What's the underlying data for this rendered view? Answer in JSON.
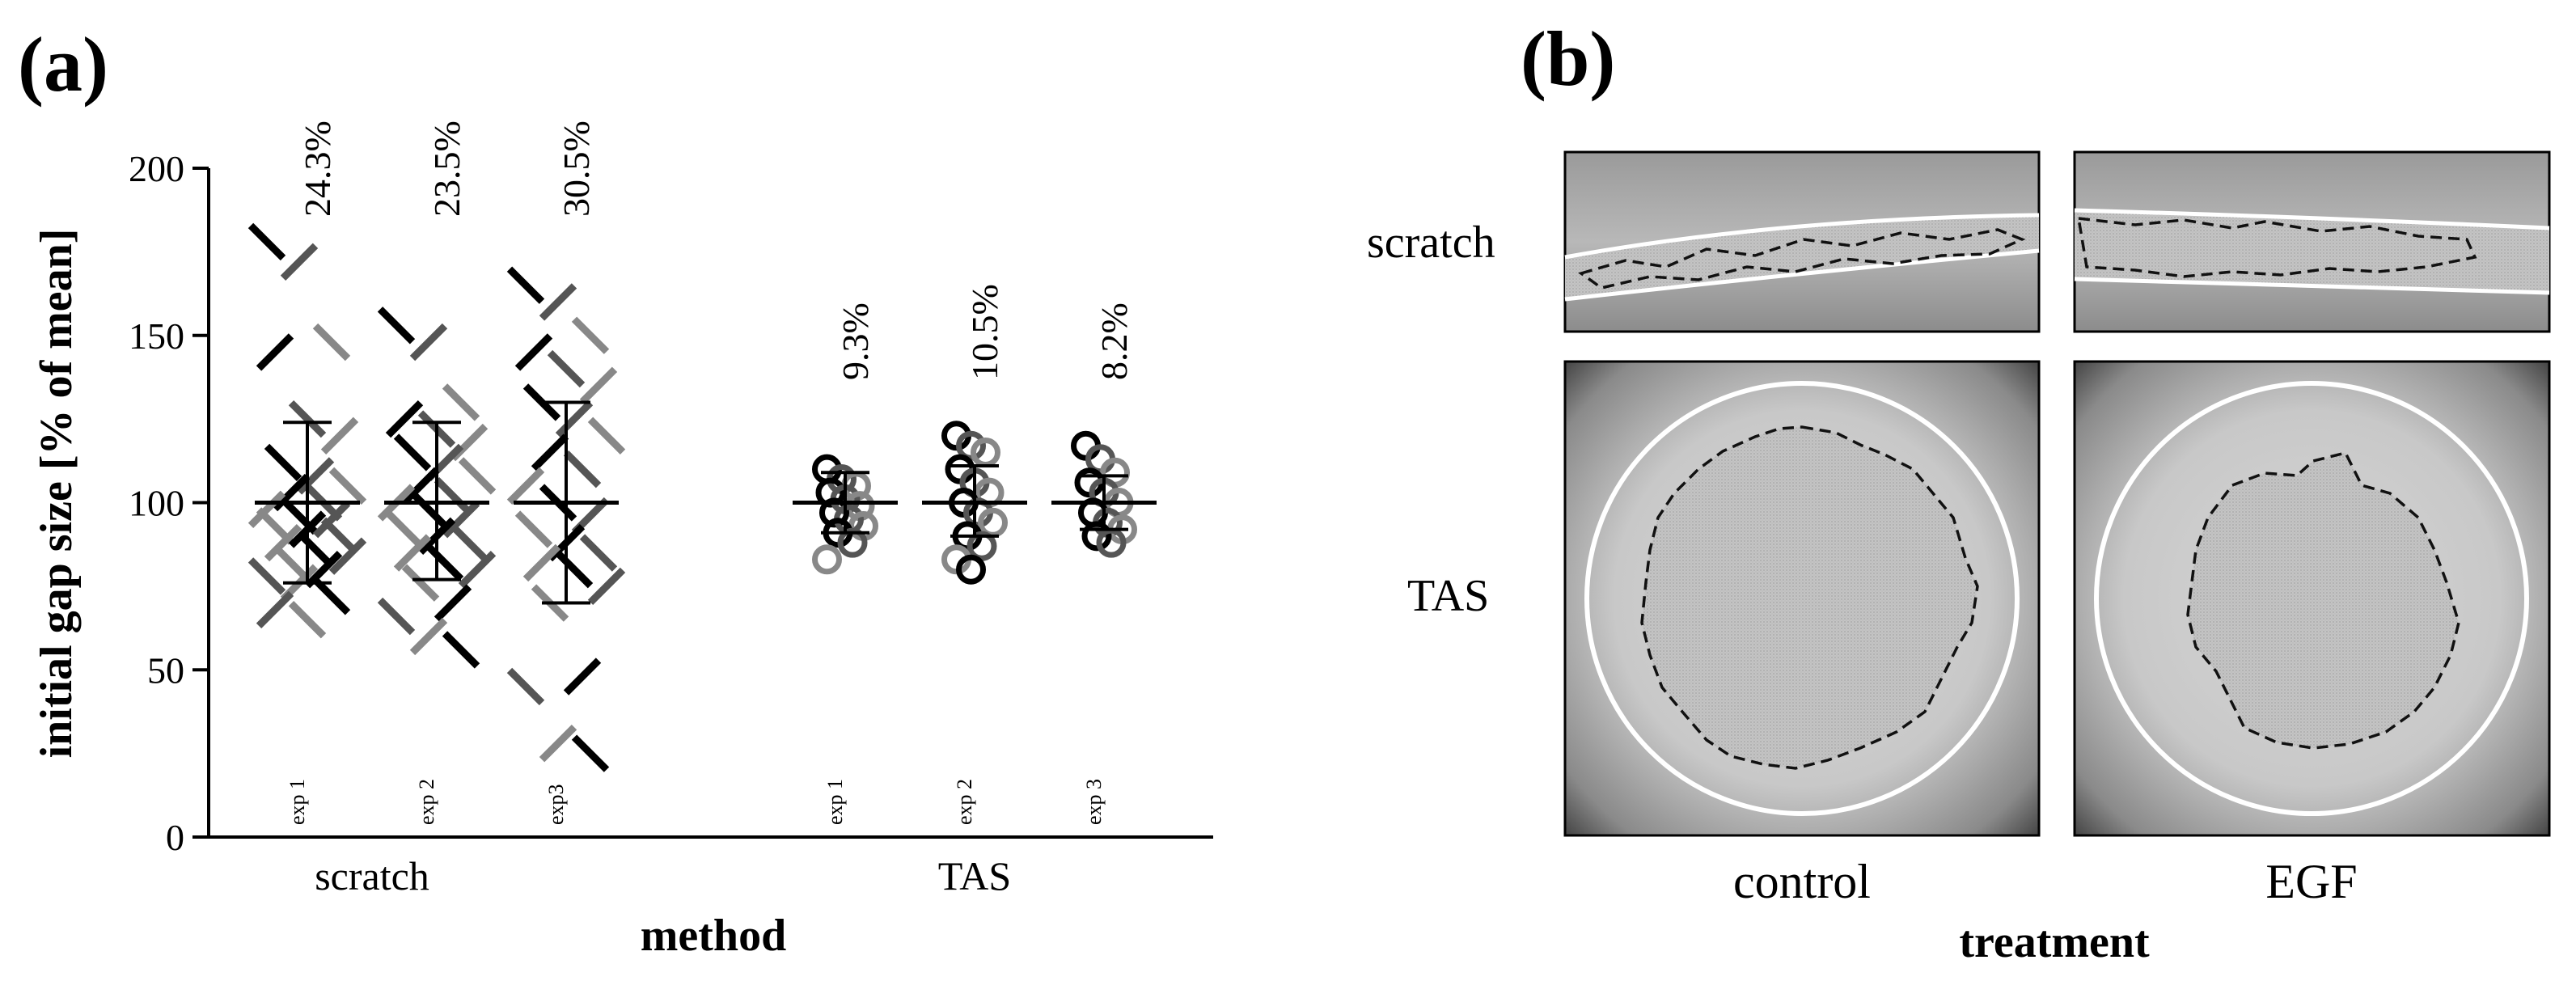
{
  "panel_a": {
    "label": "(a)"
  },
  "panel_b": {
    "label": "(b)",
    "row_labels": [
      "scratch",
      "TAS"
    ],
    "column_labels": [
      "control",
      "EGF"
    ],
    "xlabel": "treatment",
    "images": [
      {
        "row": "scratch",
        "column": "control",
        "kind": "scratch micrograph"
      },
      {
        "row": "scratch",
        "column": "EGF",
        "kind": "scratch micrograph"
      },
      {
        "row": "TAS",
        "column": "control",
        "kind": "TAS micrograph"
      },
      {
        "row": "TAS",
        "column": "EGF",
        "kind": "TAS micrograph"
      }
    ]
  },
  "chart_data": {
    "type": "scatter",
    "title": "",
    "xlabel": "method",
    "ylabel": "initial gap size [% of mean]",
    "ylim": [
      0,
      200
    ],
    "yticks": [
      0,
      50,
      100,
      150,
      200
    ],
    "grid": false,
    "method_categories": [
      "scratch",
      "TAS"
    ],
    "series": [
      {
        "method": "scratch",
        "experiment": "exp 1",
        "cv_label": "24.3%",
        "mean": 100,
        "sd_upper": 124,
        "sd_lower": 76,
        "values": [
          178,
          172,
          148,
          145,
          125,
          120,
          112,
          108,
          105,
          103,
          100,
          98,
          96,
          95,
          93,
          92,
          90,
          88,
          86,
          84,
          82,
          80,
          78,
          76,
          72,
          68,
          65
        ]
      },
      {
        "method": "scratch",
        "experiment": "exp 2",
        "cv_label": "23.5%",
        "mean": 100,
        "sd_upper": 124,
        "sd_lower": 77,
        "values": [
          153,
          148,
          130,
          125,
          122,
          118,
          115,
          112,
          108,
          105,
          102,
          100,
          98,
          95,
          92,
          90,
          88,
          85,
          82,
          80,
          76,
          70,
          66,
          60,
          56
        ]
      },
      {
        "method": "scratch",
        "experiment": "exp3",
        "cv_label": "30.5%",
        "mean": 100,
        "sd_upper": 130,
        "sd_lower": 70,
        "values": [
          165,
          160,
          150,
          145,
          140,
          135,
          130,
          125,
          120,
          115,
          110,
          105,
          100,
          96,
          92,
          88,
          85,
          82,
          80,
          75,
          70,
          48,
          45,
          28,
          25
        ]
      },
      {
        "method": "TAS",
        "experiment": "exp 1",
        "cv_label": "9.3%",
        "mean": 100,
        "sd_upper": 109,
        "sd_lower": 91,
        "values": [
          110,
          107,
          105,
          103,
          101,
          99,
          97,
          95,
          93,
          91,
          88,
          83
        ]
      },
      {
        "method": "TAS",
        "experiment": "exp 2",
        "cv_label": "10.5%",
        "mean": 100,
        "sd_upper": 111,
        "sd_lower": 90,
        "values": [
          120,
          117,
          115,
          110,
          106,
          103,
          100,
          97,
          94,
          90,
          87,
          83,
          80
        ]
      },
      {
        "method": "TAS",
        "experiment": "exp 3",
        "cv_label": "8.2%",
        "mean": 100,
        "sd_upper": 108,
        "sd_lower": 92,
        "values": [
          117,
          113,
          109,
          106,
          103,
          100,
          97,
          94,
          92,
          90,
          88
        ]
      }
    ]
  }
}
